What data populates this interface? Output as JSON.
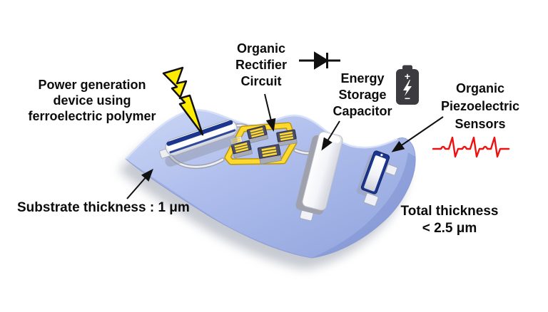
{
  "figure_title": "Flexible organic energy harvester diagram",
  "labels": {
    "power_generation": {
      "line1": "Power generation",
      "line2": "device using",
      "line3": "ferroelectric polymer"
    },
    "organic_rectifier": {
      "line1": "Organic",
      "line2": "Rectifier",
      "line3": "Circuit"
    },
    "energy_storage": {
      "line1": "Energy",
      "line2": "Storage",
      "line3": "Capacitor"
    },
    "organic_piezo": {
      "line1": "Organic",
      "line2": "Piezoelectric",
      "line3": "Sensors"
    },
    "substrate_thickness": "Substrate thickness : 1 μm",
    "total_thickness": {
      "line1": "Total thickness",
      "line2": "< 2.5 μm"
    }
  },
  "battery_icon": {
    "plus": "+",
    "minus": "−"
  },
  "icons": [
    "lightning-bolt-icon",
    "diode-icon",
    "battery-icon",
    "ecg-waveform-icon"
  ],
  "colors": {
    "substrate_blue": "#aab9ea",
    "substrate_edge": "#8fa3d8",
    "circuit_yellow": "#ffd92e",
    "bolt_yellow": "#ffec00",
    "device_navy": "#1c3690",
    "ecg_red": "#ee1111",
    "battery_dark": "#3b3b40",
    "text_black": "#0c0c0c",
    "metal_white": "#f4f5f8"
  }
}
